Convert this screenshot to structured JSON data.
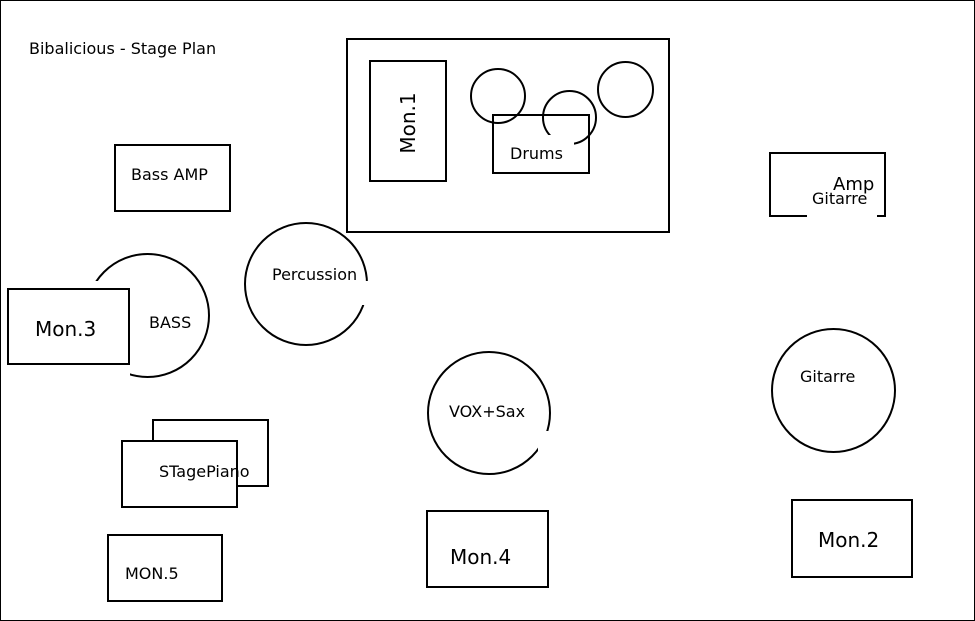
{
  "title": "Bibalicious - Stage Plan",
  "labels": {
    "mon1": "Mon.1",
    "drums": "Drums",
    "bass_amp": "Bass AMP",
    "guitar_amp_top": "Amp",
    "guitar_amp_bottom": "Gitarre",
    "percussion": "Percussion",
    "bass": "BASS",
    "mon3": "Mon.3",
    "vox_sax": "VOX+Sax",
    "guitar": "Gitarre",
    "stage_piano": "STagePiano",
    "mon4": "Mon.4",
    "mon2": "Mon.2",
    "mon5": "MON.5"
  }
}
